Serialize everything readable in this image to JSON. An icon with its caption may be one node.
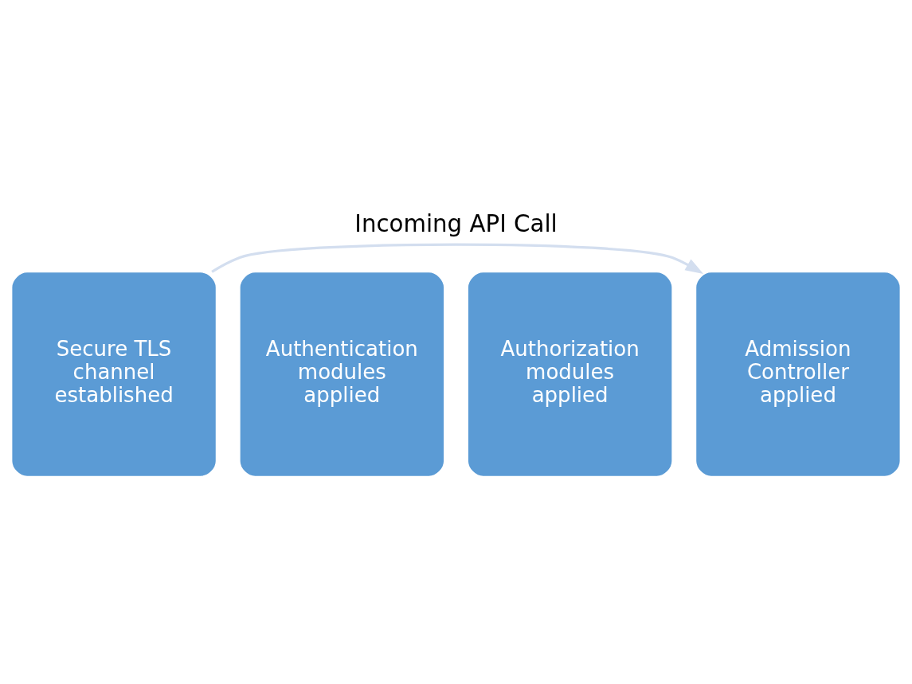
{
  "diagram": {
    "title": "Incoming API Call",
    "nodes": [
      {
        "text": [
          "Secure TLS channel established"
        ]
      },
      {
        "text": [
          "Authentication modules applied"
        ]
      },
      {
        "text": [
          "Authorization modules applied"
        ]
      },
      {
        "text": [
          "Admission Controller applied"
        ]
      }
    ],
    "edges": [
      {
        "from": 0,
        "to": 3,
        "arrow": "to",
        "color": "#d3deef"
      }
    ]
  }
}
